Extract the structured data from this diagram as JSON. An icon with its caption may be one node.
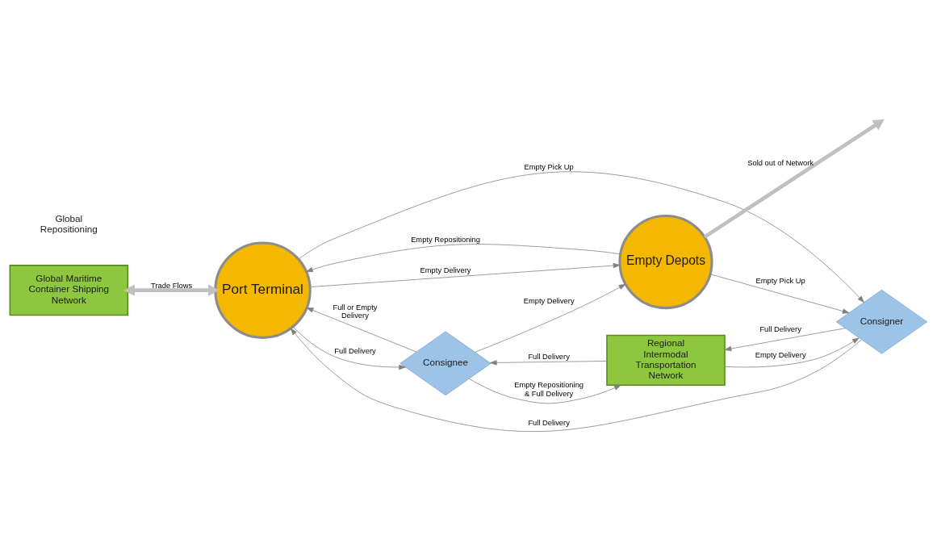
{
  "diagram": {
    "nodes": [
      {
        "text": [
          "Global Maritime Container Shipping Network"
        ]
      },
      {
        "text": [
          "Port Terminal"
        ]
      },
      {
        "text": [
          "Consignee"
        ]
      },
      {
        "text": [
          "Empty Depots"
        ]
      },
      {
        "text": [
          "Consigner"
        ]
      },
      {
        "text": [
          "Regional Intermodal Transportation Network"
        ]
      }
    ],
    "edges": [
      {
        "from": 0,
        "to": 1,
        "arrow": "both",
        "label": "Trade Flows",
        "style": "thick",
        "color": "#c0c0c0"
      },
      {
        "from": 1,
        "to": 2,
        "arrow": "to",
        "label": "Full Delivery"
      },
      {
        "from": 2,
        "to": 1,
        "arrow": "to",
        "label": "Full or Empty Delivery"
      },
      {
        "from": 2,
        "to": 3,
        "arrow": "to",
        "label": "Empty Delivery"
      },
      {
        "from": 1,
        "to": 3,
        "arrow": "to",
        "label": "Empty Delivery"
      },
      {
        "from": 3,
        "to": 1,
        "arrow": "to",
        "label": "Empty Repositioning"
      },
      {
        "from": 3,
        "to": null,
        "arrow": "to",
        "label": "Sold out of Network",
        "style": "thick",
        "color": "#c0c0c0"
      },
      {
        "from": 1,
        "to": 4,
        "arrow": "to",
        "label": "Empty Pick Up"
      },
      {
        "from": 4,
        "to": 1,
        "arrow": "to",
        "label": "Full Delivery"
      },
      {
        "from": 3,
        "to": 4,
        "arrow": "to",
        "label": "Empty Pick Up"
      },
      {
        "from": 2,
        "to": 5,
        "arrow": "to",
        "label": "Empty Repositioning & Full Delivery"
      },
      {
        "from": 5,
        "to": 2,
        "arrow": "to",
        "label": "Full Delivery"
      },
      {
        "from": 4,
        "to": 5,
        "arrow": "to",
        "label": "Full Delivery"
      },
      {
        "from": 5,
        "to": 4,
        "arrow": "to",
        "label": "Empty Delivery"
      }
    ],
    "labels": [
      "Global Repositioning"
    ]
  }
}
